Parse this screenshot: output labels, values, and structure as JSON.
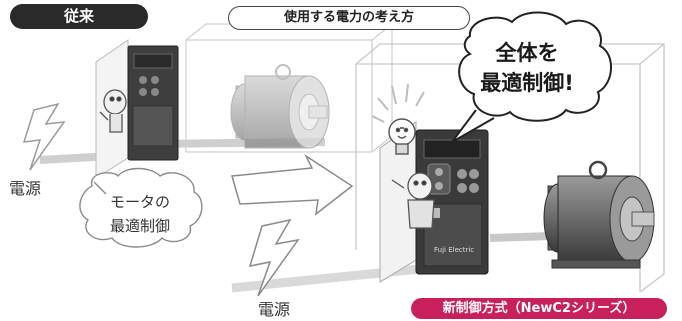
{
  "labels": {
    "old": "従来",
    "concept": "使用する電力の考え方",
    "new": "新制御方式（NewC2シリーズ）"
  },
  "power_left": "電源",
  "power_right": "電源",
  "bubble_left": {
    "line1": "モータの",
    "line2": "最適制御"
  },
  "bubble_right": {
    "line1": "全体を",
    "line2": "最適制御!"
  },
  "inverter_brand": "Fuji Electric"
}
